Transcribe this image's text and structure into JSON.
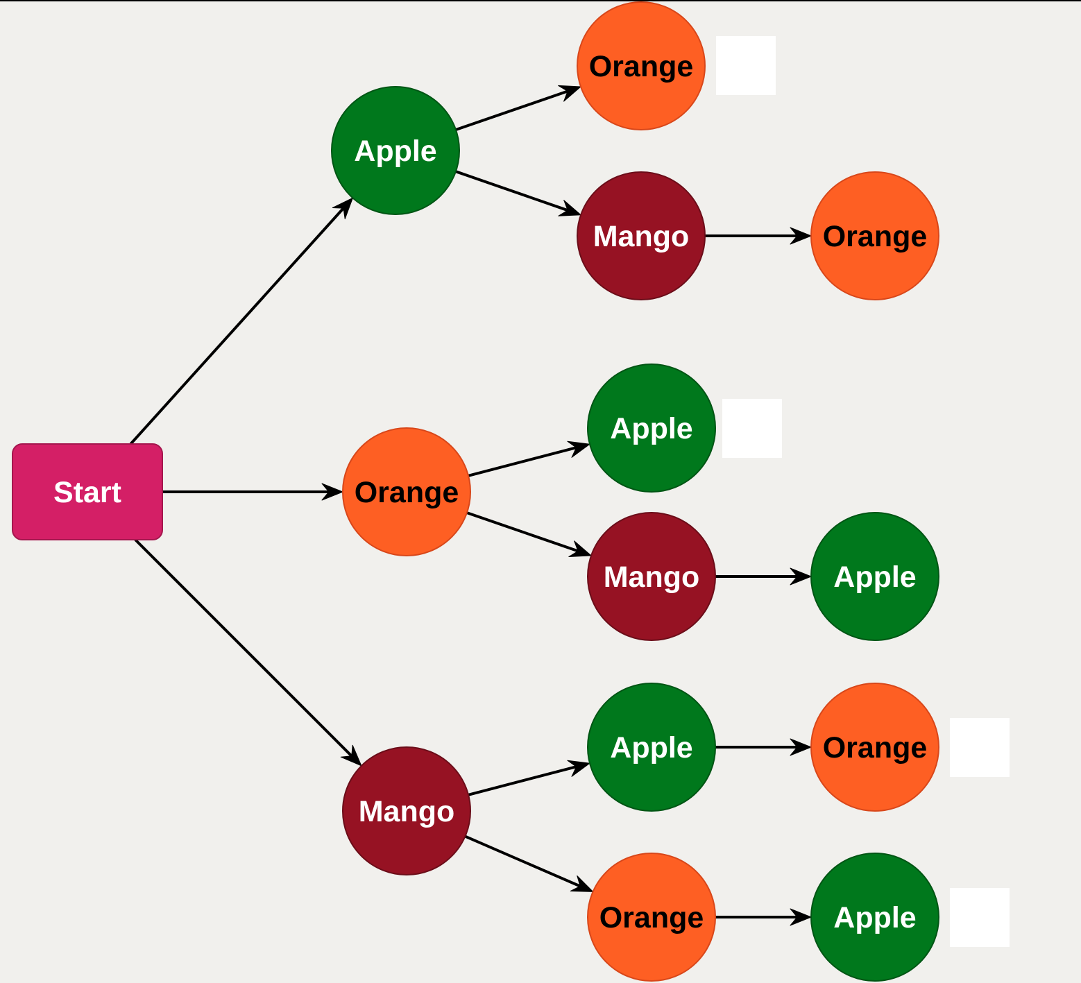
{
  "diagram": {
    "colors": {
      "background": "#f1f0ed",
      "start_fill": "#d41f66",
      "start_stroke": "#a5164e",
      "apple_fill": "#00781c",
      "apple_stroke": "#005514",
      "orange_fill": "#fe5f23",
      "orange_stroke": "#d8471a",
      "mango_fill": "#961223",
      "mango_stroke": "#6b0d19",
      "edge": "#000000"
    },
    "nodes": [
      {
        "id": "start",
        "label": "Start",
        "kind": "start"
      },
      {
        "id": "a1",
        "label": "Apple",
        "kind": "apple"
      },
      {
        "id": "o1",
        "label": "Orange",
        "kind": "orange"
      },
      {
        "id": "m1",
        "label": "Mango",
        "kind": "mango"
      },
      {
        "id": "a1o",
        "label": "Orange",
        "kind": "orange"
      },
      {
        "id": "a1m",
        "label": "Mango",
        "kind": "mango"
      },
      {
        "id": "a1mo",
        "label": "Orange",
        "kind": "orange"
      },
      {
        "id": "o1a",
        "label": "Apple",
        "kind": "apple"
      },
      {
        "id": "o1m",
        "label": "Mango",
        "kind": "mango"
      },
      {
        "id": "o1ma",
        "label": "Apple",
        "kind": "apple"
      },
      {
        "id": "m1a",
        "label": "Apple",
        "kind": "apple"
      },
      {
        "id": "m1ao",
        "label": "Orange",
        "kind": "orange"
      },
      {
        "id": "m1o",
        "label": "Orange",
        "kind": "orange"
      },
      {
        "id": "m1oa",
        "label": "Apple",
        "kind": "apple"
      }
    ],
    "edges": [
      {
        "from": "start",
        "to": "a1"
      },
      {
        "from": "start",
        "to": "o1"
      },
      {
        "from": "start",
        "to": "m1"
      },
      {
        "from": "a1",
        "to": "a1o"
      },
      {
        "from": "a1",
        "to": "a1m"
      },
      {
        "from": "a1m",
        "to": "a1mo"
      },
      {
        "from": "o1",
        "to": "o1a"
      },
      {
        "from": "o1",
        "to": "o1m"
      },
      {
        "from": "o1m",
        "to": "o1ma"
      },
      {
        "from": "m1",
        "to": "m1a"
      },
      {
        "from": "m1",
        "to": "m1o"
      },
      {
        "from": "m1a",
        "to": "m1ao"
      },
      {
        "from": "m1o",
        "to": "m1oa"
      }
    ],
    "blank_boxes": 4
  }
}
